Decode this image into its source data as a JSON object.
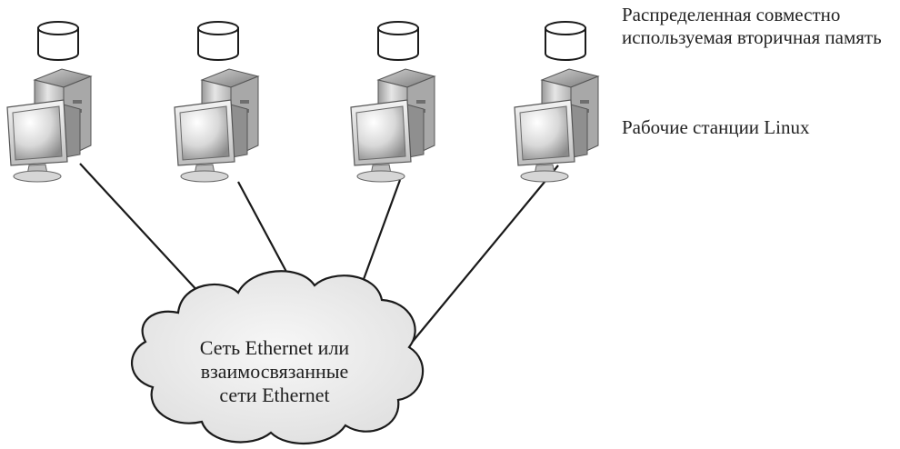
{
  "legend": {
    "storage": "Распределенная совместно используемая вторичная память",
    "workstations": "Рабочие станции Linux"
  },
  "network": {
    "label_lines": [
      "Сеть Ethernet или",
      "взаимосвязанные",
      "сети Ethernet"
    ]
  },
  "nodes": [
    {
      "name": "workstation-1",
      "disk": "disk-icon",
      "computer": "computer-icon"
    },
    {
      "name": "workstation-2",
      "disk": "disk-icon",
      "computer": "computer-icon"
    },
    {
      "name": "workstation-3",
      "disk": "disk-icon",
      "computer": "computer-icon"
    },
    {
      "name": "workstation-4",
      "disk": "disk-icon",
      "computer": "computer-icon"
    }
  ],
  "colors": {
    "line": "#1a1a1a",
    "cloud_fill": "#ededed",
    "screen": "#c9c9c9"
  }
}
